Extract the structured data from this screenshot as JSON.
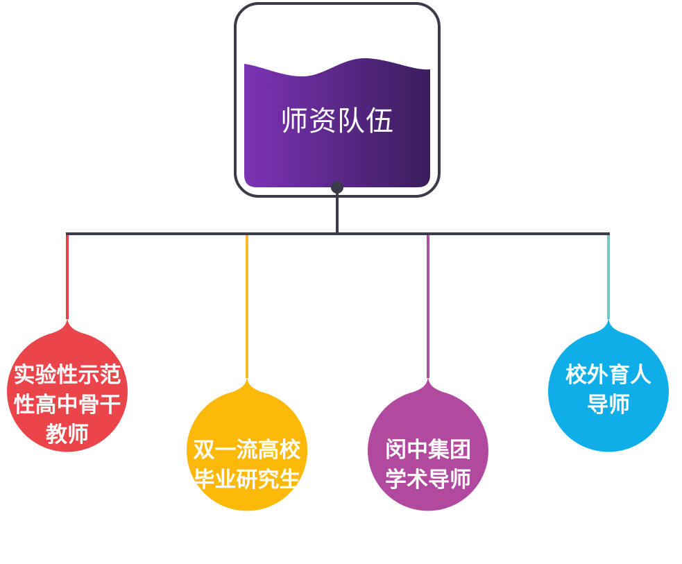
{
  "root": {
    "label": "师资队伍"
  },
  "nodes": [
    {
      "label": "实验性示范\n性高中骨干\n教师",
      "color": "#e9454a"
    },
    {
      "label": "双一流高校\n毕业研究生",
      "color": "#fcb90a"
    },
    {
      "label": "闵中集团\n学术导师",
      "color": "#b14a9e"
    },
    {
      "label": "校外育人\n导师",
      "color": "#10aee8"
    }
  ],
  "colors": {
    "connector": "#3a3c4a",
    "root_gradient_start": "#7c33b5",
    "root_gradient_end": "#3a1d5c",
    "node_stems": [
      "#e2404a",
      "#f5b92a",
      "#b04ea0",
      "#7ac6c8"
    ]
  }
}
